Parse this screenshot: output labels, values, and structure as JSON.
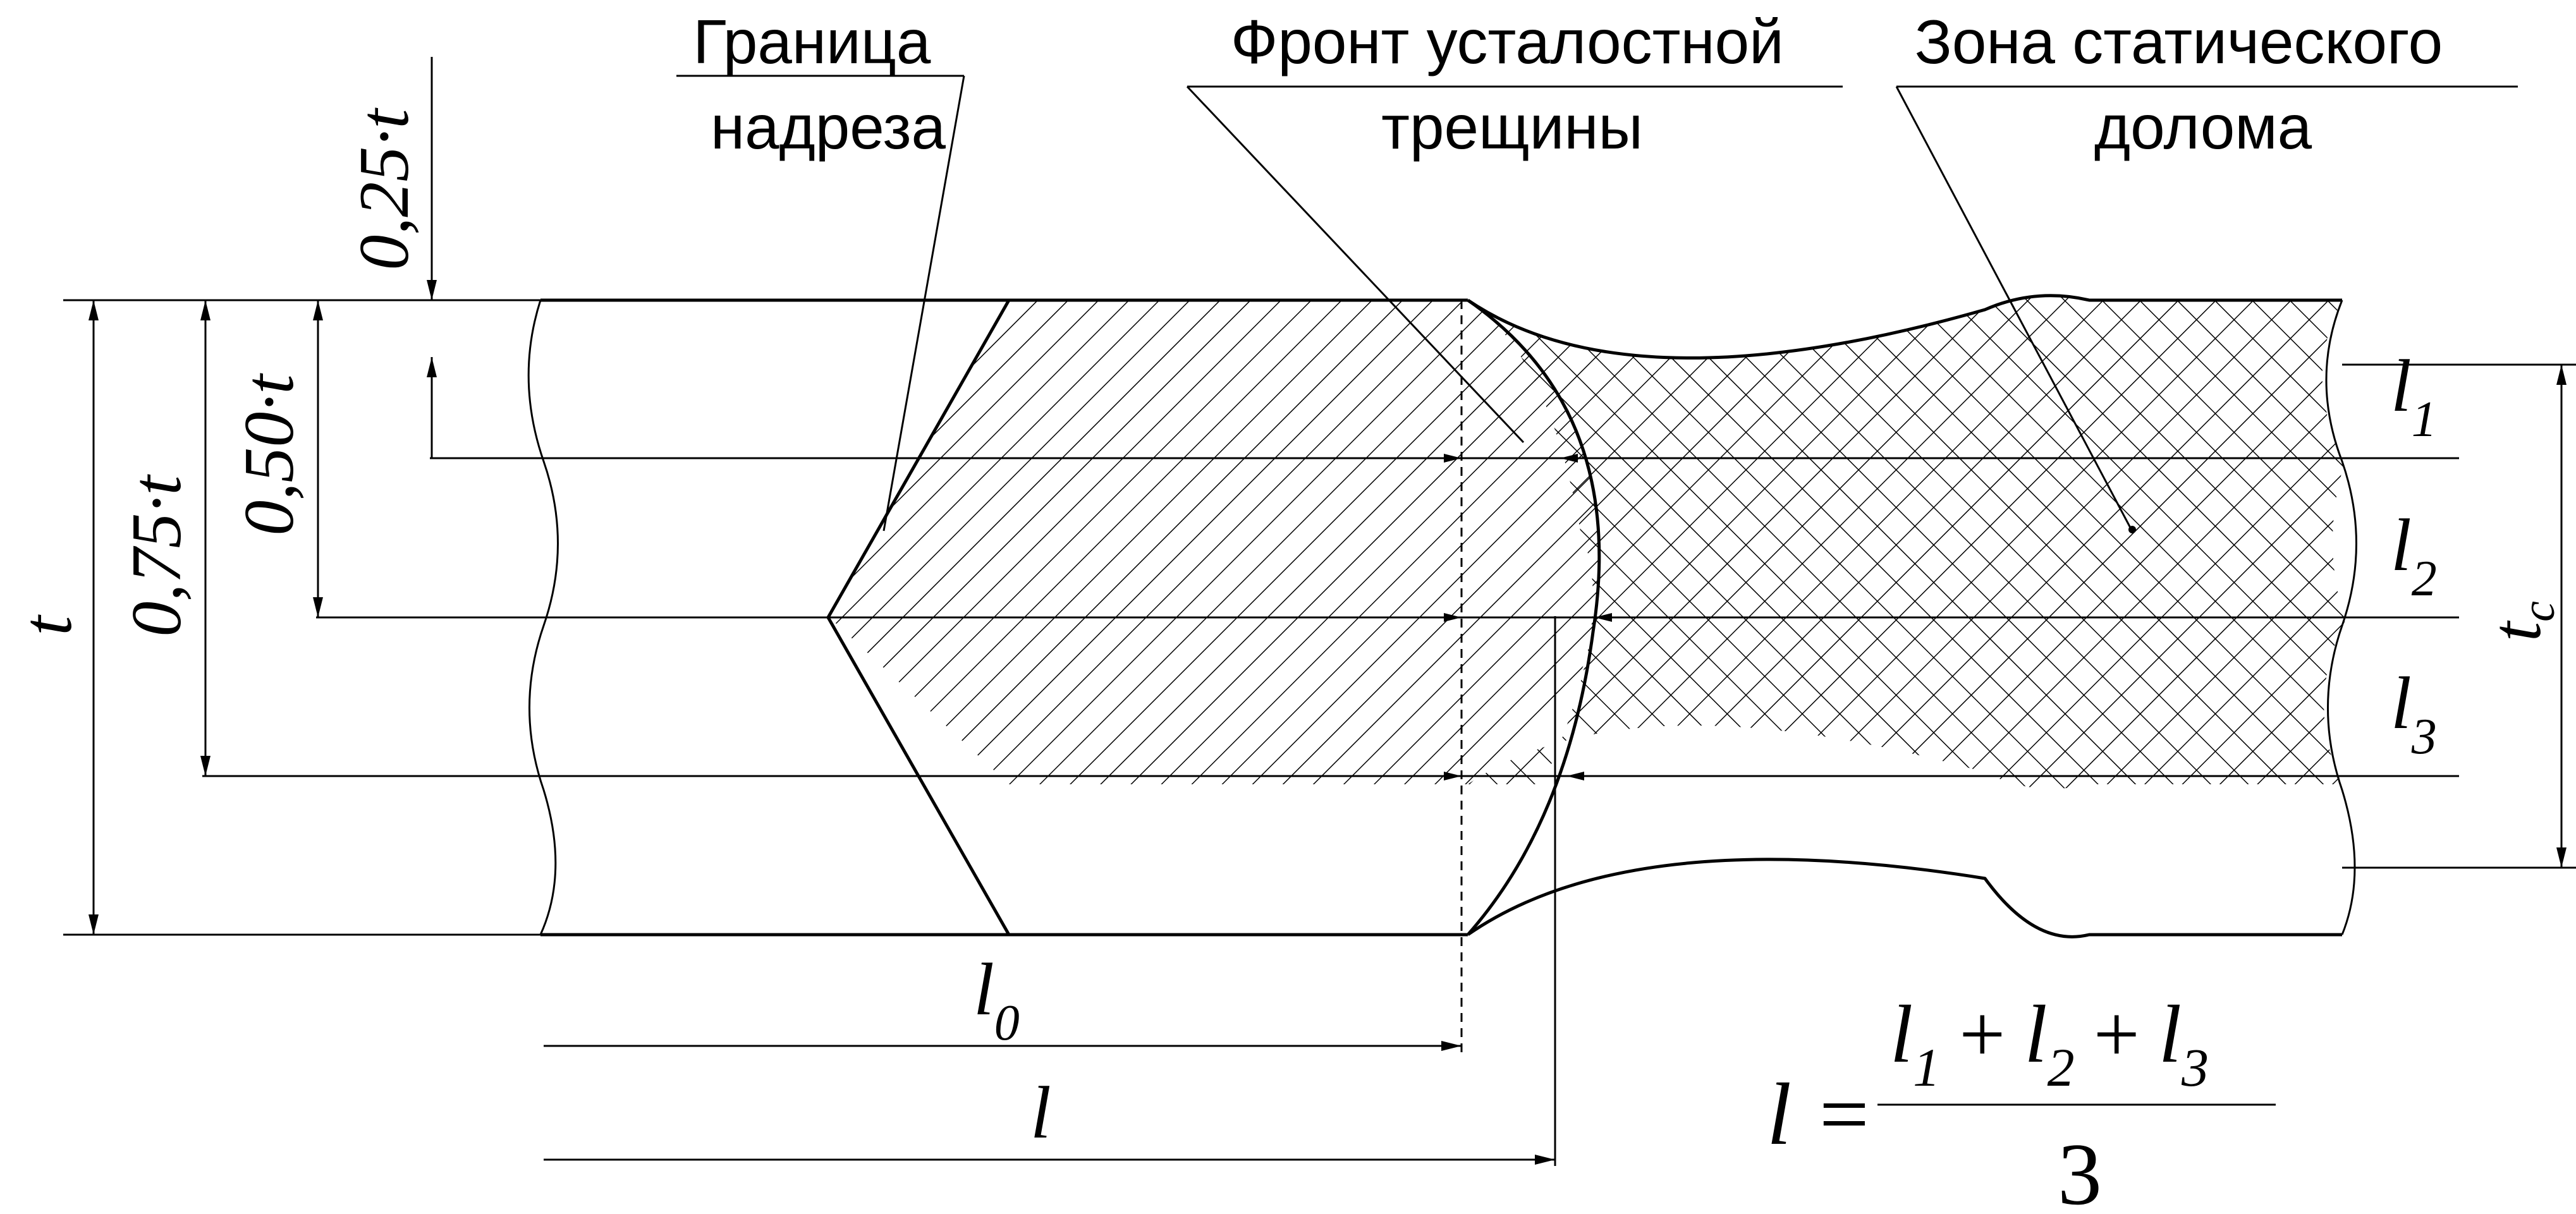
{
  "labels": {
    "notch_boundary": [
      "Граница",
      "надреза"
    ],
    "fatigue_front": [
      "Фронт усталостной",
      "трещины"
    ],
    "static_zone": [
      "Зона статического",
      "долома"
    ]
  },
  "dimensions": {
    "t": "t",
    "t_075": "0,75·t",
    "t_050": "0,50·t",
    "t_025": "0,25·t",
    "l1": {
      "base": "l",
      "sub": "1"
    },
    "l2": {
      "base": "l",
      "sub": "2"
    },
    "l3": {
      "base": "l",
      "sub": "3"
    },
    "tc": {
      "base": "t",
      "sub": "c"
    },
    "l0": {
      "base": "l",
      "sub": "0"
    },
    "l": "l"
  },
  "formula": {
    "lhs": "l =",
    "numerator": {
      "t1": "l",
      "s1": "1",
      "op1": "+",
      "t2": "l",
      "s2": "2",
      "op2": "+",
      "t3": "l",
      "s3": "3"
    },
    "denominator": "3"
  }
}
